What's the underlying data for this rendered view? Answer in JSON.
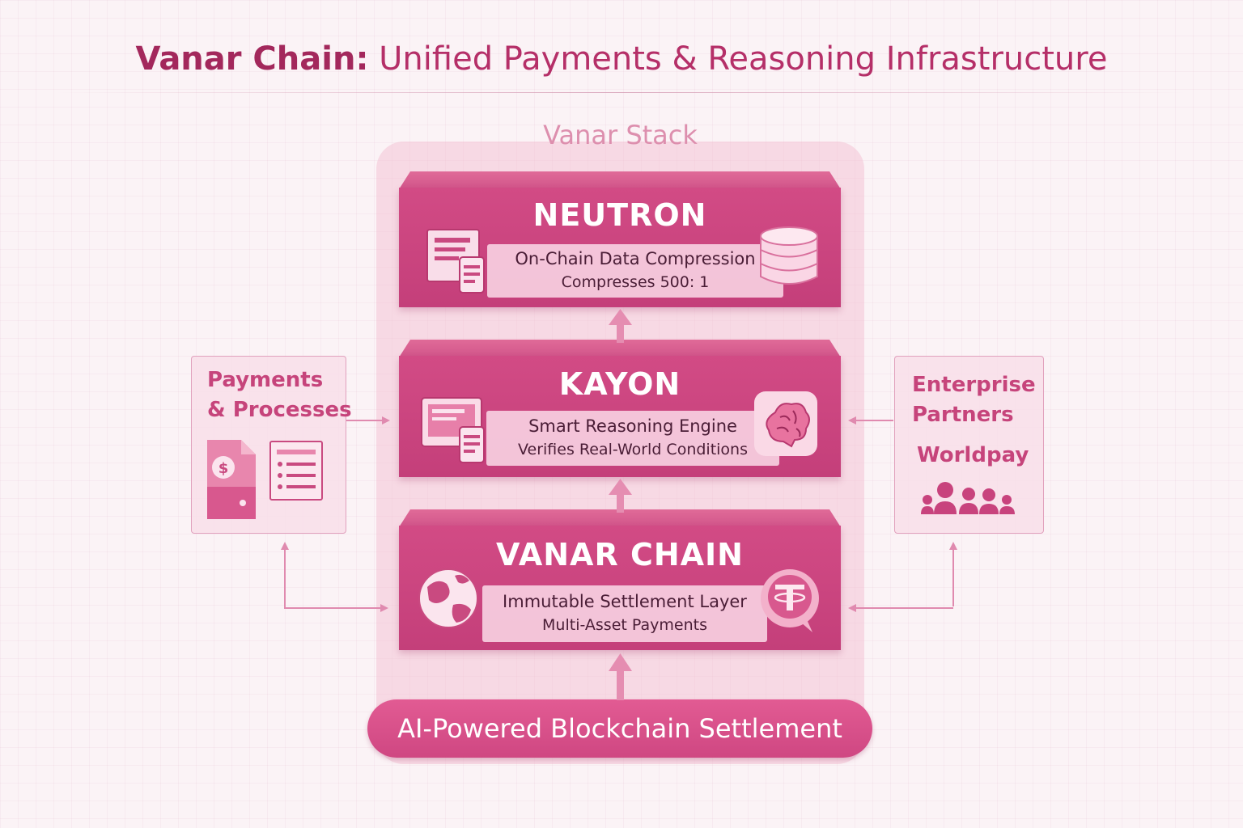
{
  "header": {
    "title_strong": "Vanar Chain:",
    "title_rest": " Unified Payments & Reasoning Infrastructure"
  },
  "stack": {
    "label": "Vanar Stack",
    "layers": [
      {
        "name": "NEUTRON",
        "line1": "On-Chain Data Compression",
        "line2": "Compresses 500: 1",
        "left_icon": "document-icon",
        "right_icon": "database-icon"
      },
      {
        "name": "KAYON",
        "line1": "Smart Reasoning Engine",
        "line2": "Verifies Real-World Conditions",
        "left_icon": "monitor-icon",
        "right_icon": "brain-icon"
      },
      {
        "name": "VANAR CHAIN",
        "line1": "Immutable Settlement Layer",
        "line2": "Multi-Asset Payments",
        "left_icon": "globe-icon",
        "right_icon": "tether-coin-icon"
      }
    ],
    "foundation": "AI-Powered Blockchain Settlement"
  },
  "left_panel": {
    "line1": "Payments",
    "line2": "& Processes",
    "icons": [
      "dollar-document-icon",
      "checklist-icon"
    ]
  },
  "right_panel": {
    "line1": "Enterprise",
    "line2": "Partners",
    "partner": "Worldpay",
    "icons": [
      "people-group-icon"
    ]
  },
  "colors": {
    "accent": "#c8437d",
    "accent_dark": "#a3285c",
    "panel": "#f3c4d6",
    "background": "#fbf3f6",
    "arrow": "#e08aaf"
  }
}
